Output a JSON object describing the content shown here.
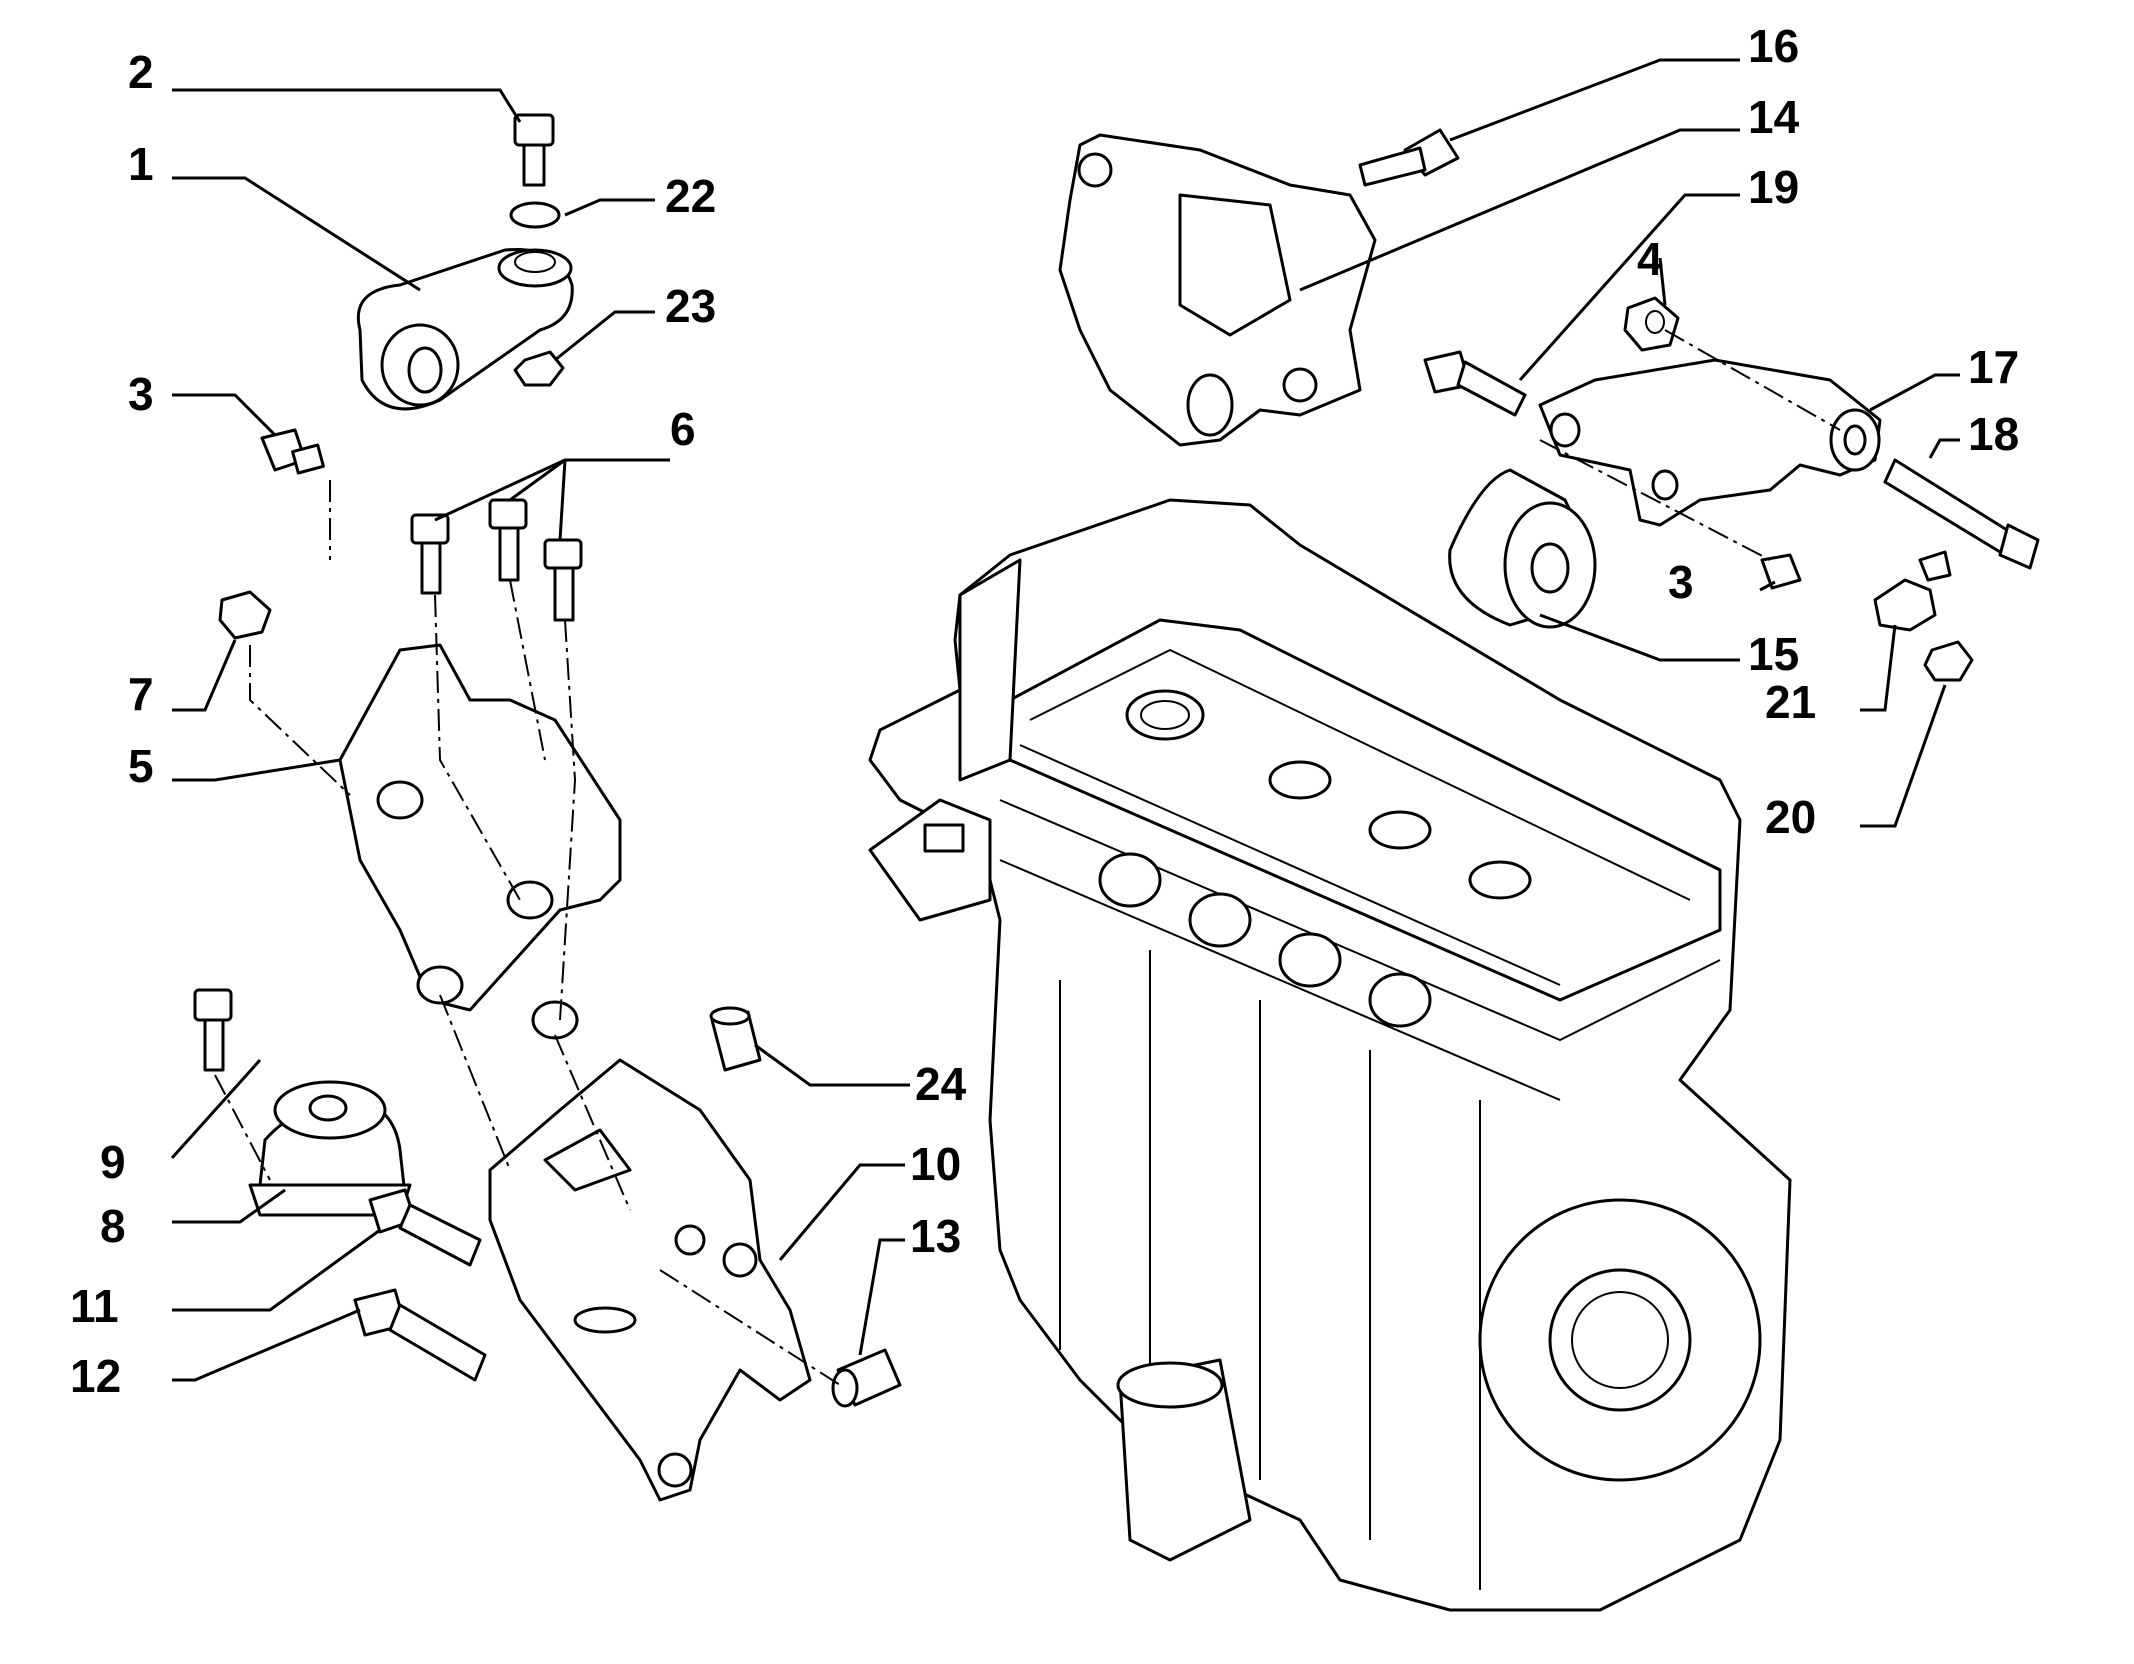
{
  "callouts": [
    {
      "id": "c1",
      "label": "1"
    },
    {
      "id": "c2",
      "label": "2"
    },
    {
      "id": "c3a",
      "label": "3"
    },
    {
      "id": "c3b",
      "label": "3"
    },
    {
      "id": "c4",
      "label": "4"
    },
    {
      "id": "c5",
      "label": "5"
    },
    {
      "id": "c6",
      "label": "6"
    },
    {
      "id": "c7",
      "label": "7"
    },
    {
      "id": "c8",
      "label": "8"
    },
    {
      "id": "c9",
      "label": "9"
    },
    {
      "id": "c10",
      "label": "10"
    },
    {
      "id": "c11",
      "label": "11"
    },
    {
      "id": "c12",
      "label": "12"
    },
    {
      "id": "c13",
      "label": "13"
    },
    {
      "id": "c14",
      "label": "14"
    },
    {
      "id": "c15",
      "label": "15"
    },
    {
      "id": "c16",
      "label": "16"
    },
    {
      "id": "c17",
      "label": "17"
    },
    {
      "id": "c18",
      "label": "18"
    },
    {
      "id": "c19",
      "label": "19"
    },
    {
      "id": "c20",
      "label": "20"
    },
    {
      "id": "c21",
      "label": "21"
    },
    {
      "id": "c22",
      "label": "22"
    },
    {
      "id": "c23",
      "label": "23"
    },
    {
      "id": "c24",
      "label": "24"
    }
  ]
}
